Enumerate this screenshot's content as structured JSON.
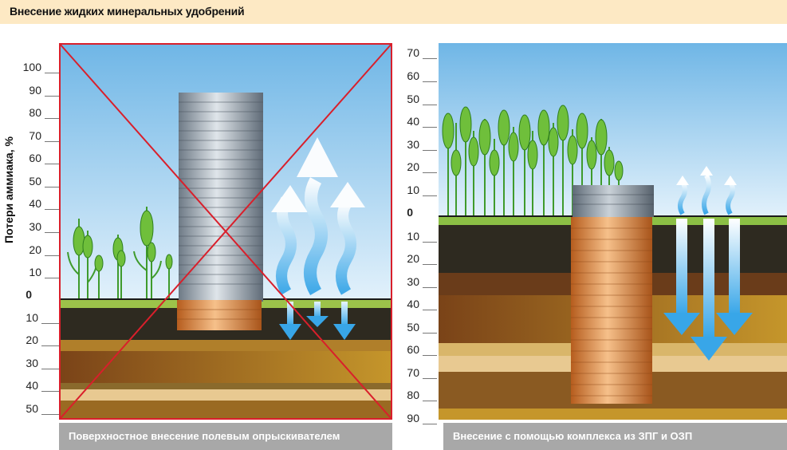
{
  "header": {
    "title": "Внесение жидких минеральных удобрений"
  },
  "left_panel": {
    "y_axis_label": "Потери аммиака, %",
    "above_ticks": [
      "100",
      "90",
      "80",
      "70",
      "60",
      "50",
      "40",
      "30",
      "20",
      "10"
    ],
    "zero_tick": "0",
    "below_ticks": [
      "10",
      "20",
      "30",
      "40",
      "50"
    ],
    "caption": "Поверхностное внесение полевым опрыскивателем"
  },
  "right_panel": {
    "above_ticks": [
      "70",
      "60",
      "50",
      "40",
      "30",
      "20",
      "10"
    ],
    "zero_tick": "0",
    "below_ticks": [
      "10",
      "20",
      "30",
      "40",
      "50",
      "60",
      "70",
      "80",
      "90"
    ],
    "caption": "Внесение с помощью комплекса из ЗПГ и ОЗП"
  },
  "colors": {
    "sky_top": "#6fb6e6",
    "sky_bottom": "#dbeefa",
    "cross": "#d91f2b",
    "soil_dark": "#2e2a20",
    "soil_brown": "#9c5a23",
    "soil_ochre": "#b78a2a",
    "grass": "#7bb63f",
    "copper": "#e08a3c",
    "steel": "#8a96a3",
    "arrow": "#38a6e8"
  }
}
